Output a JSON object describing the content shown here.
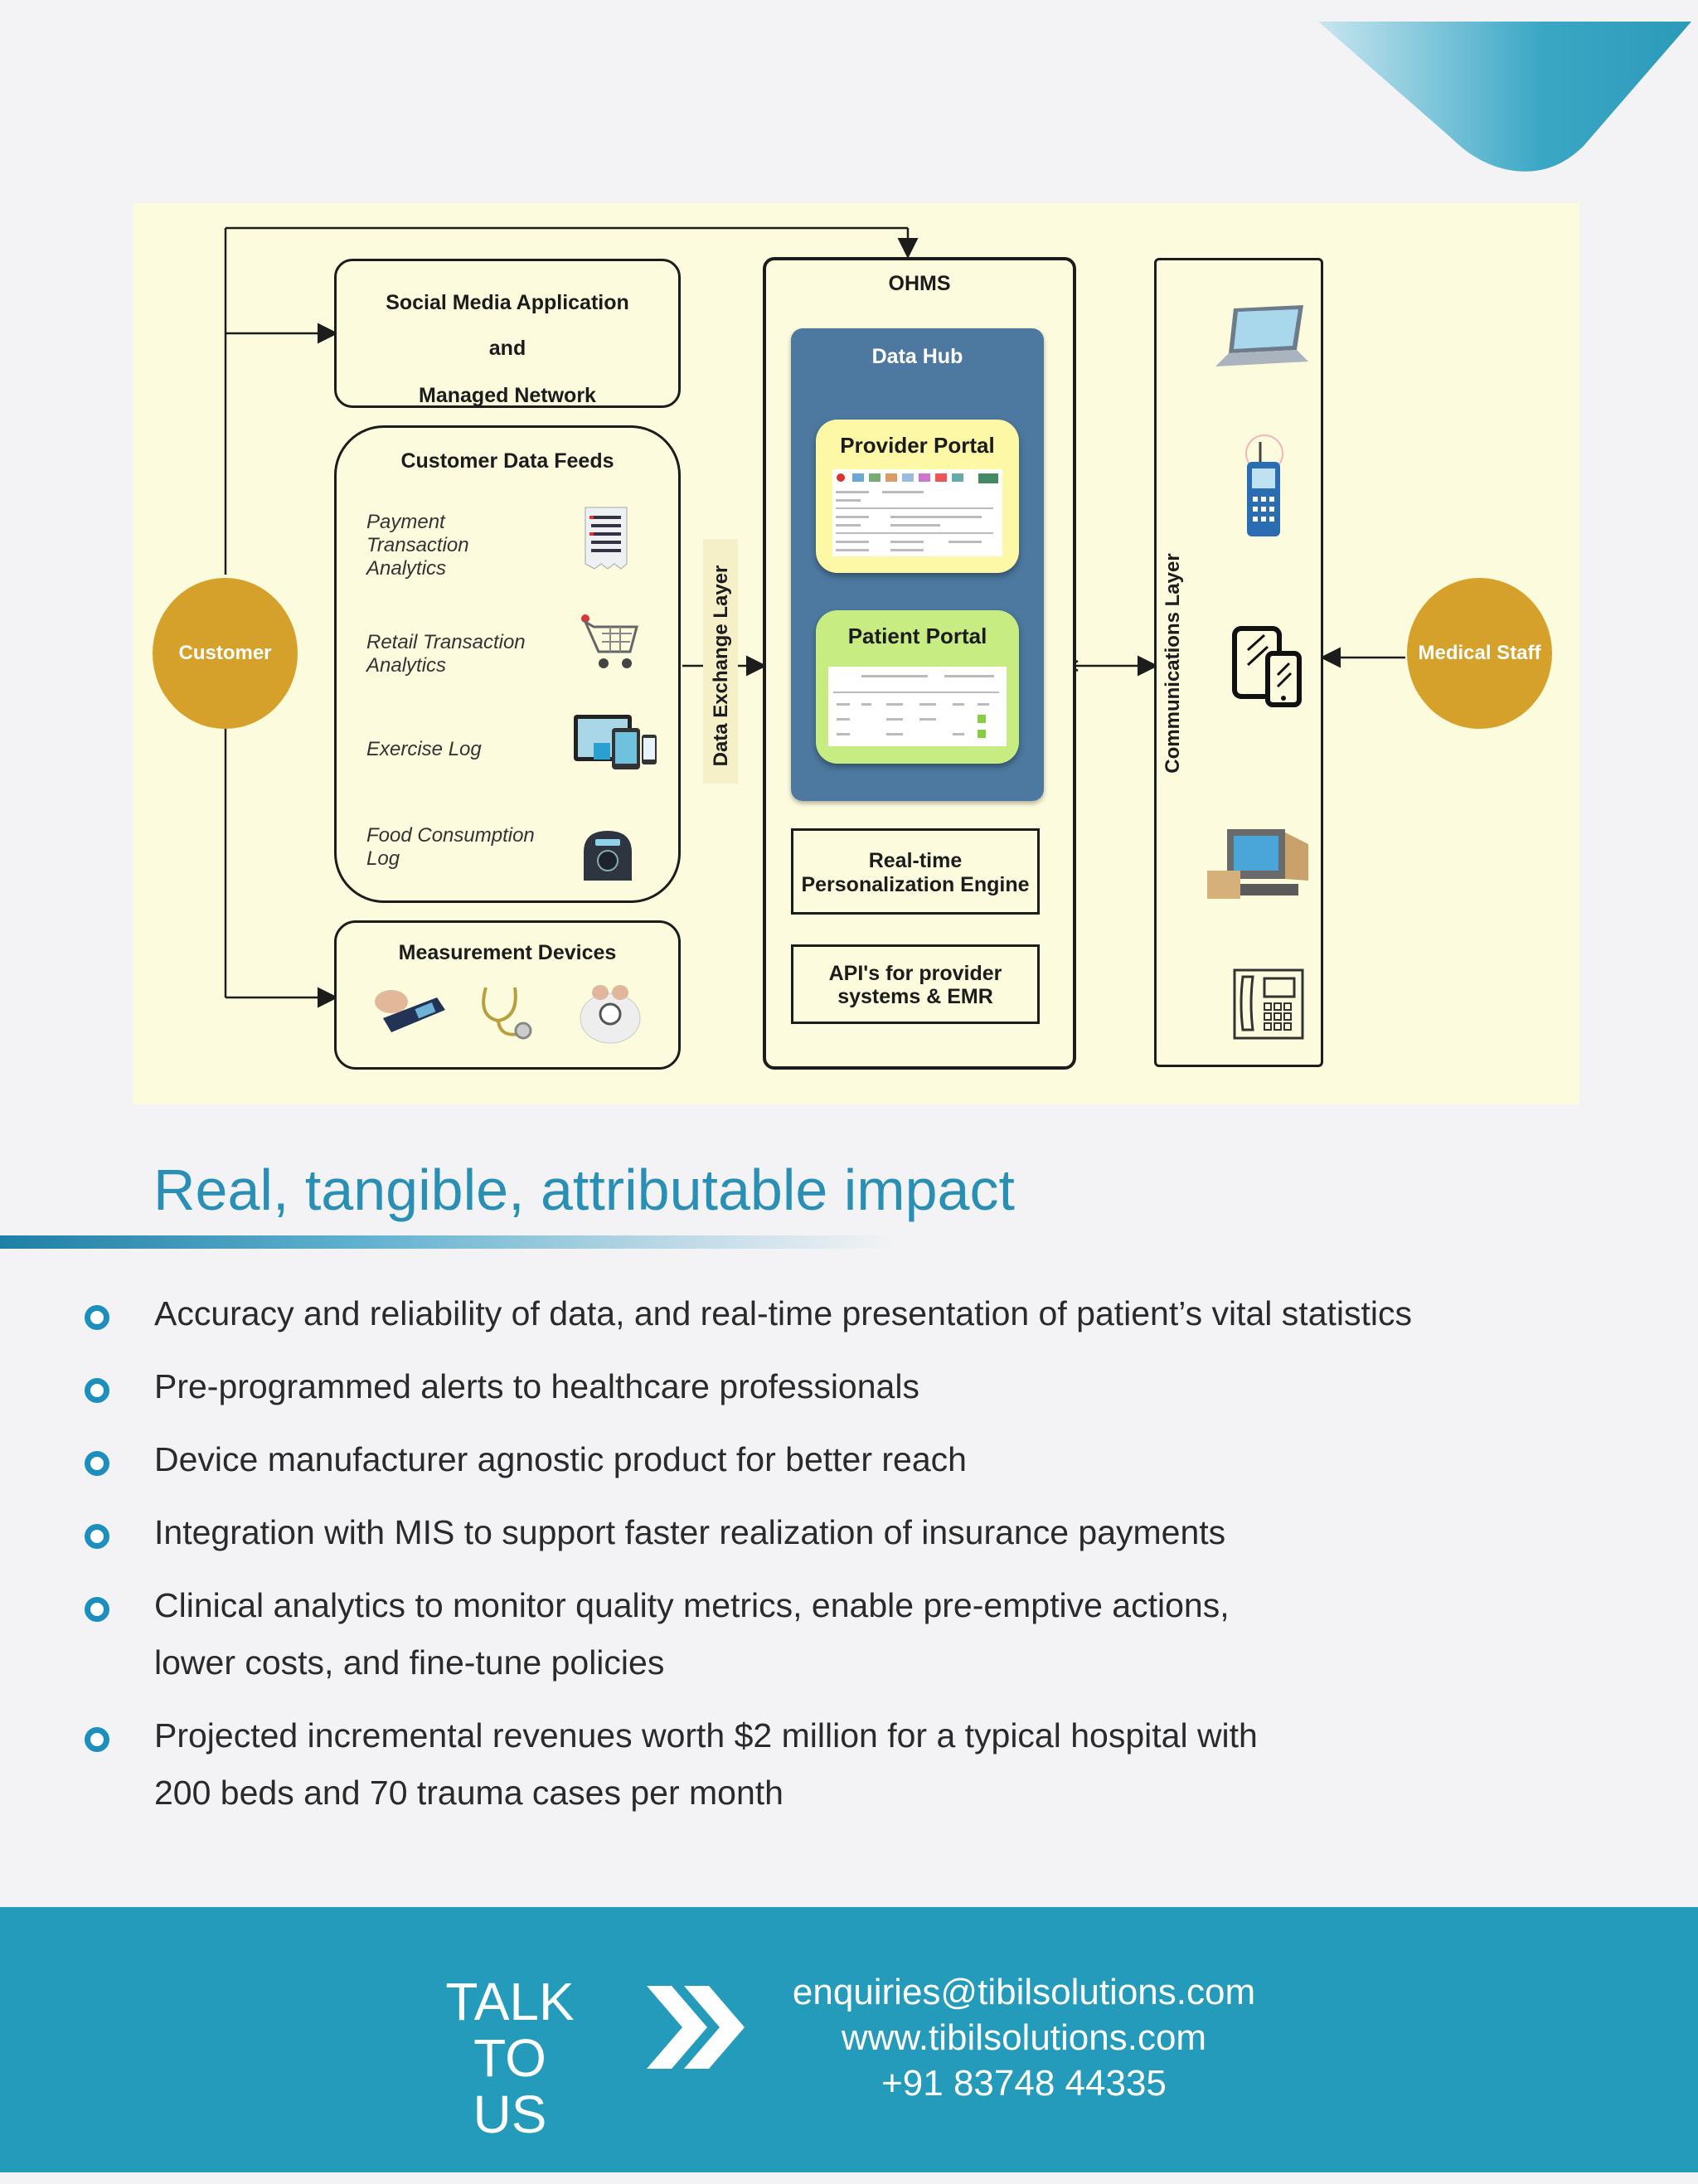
{
  "diagram": {
    "customer": "Customer",
    "medical_staff": "Medical Staff",
    "social_media": [
      "Social Media Application",
      "and",
      "Managed Network"
    ],
    "customer_data_feeds": {
      "title": "Customer Data Feeds",
      "items": [
        {
          "label": "Payment Transaction Analytics",
          "icon": "bill-icon"
        },
        {
          "label": "Retail Transaction Analytics",
          "icon": "shopping-cart-icon"
        },
        {
          "label": "Exercise Log",
          "icon": "devices-icon"
        },
        {
          "label": "Food Consumption Log",
          "icon": "scale-icon"
        }
      ]
    },
    "measurement_devices": "Measurement Devices",
    "data_exchange_layer": "Data Exchange Layer",
    "ohms": "OHMS",
    "data_hub": "Data Hub",
    "provider_portal": "Provider Portal",
    "patient_portal": "Patient Portal",
    "personalization_engine": [
      "Real-time",
      "Personalization Engine"
    ],
    "apis": [
      "API's for provider",
      "systems & EMR"
    ],
    "communications_layer": "Communications Layer",
    "comm_icons": [
      "laptop-icon",
      "mobile-phone-icon",
      "tablet-phone-icon",
      "desktop-computer-icon",
      "telephone-icon"
    ],
    "colors": {
      "circle": "#d6a12b",
      "hub": "#4d79a0",
      "provider_portal": "#fdf8a6",
      "patient_portal": "#c6ec82",
      "background": "#fdfbdd"
    }
  },
  "heading": "Real, tangible, attributable impact",
  "bullets": [
    [
      "Accuracy and reliability of data, and real-time presentation of patient’s vital statistics"
    ],
    [
      "Pre-programmed alerts to healthcare professionals"
    ],
    [
      "Device manufacturer agnostic product for better reach"
    ],
    [
      "Integration with MIS to support faster realization of insurance payments"
    ],
    [
      "Clinical analytics to monitor quality metrics, enable pre-emptive actions,",
      "lower costs, and fine-tune policies"
    ],
    [
      "Projected incremental revenues worth $2 million for a typical hospital with",
      "200 beds and 70 trauma cases per month"
    ]
  ],
  "footer": {
    "talk_to_us": [
      "TALK TO",
      "US"
    ],
    "email": "enquiries@tibilsolutions.com",
    "website": "www.tibilsolutions.com",
    "phone": "+91 83748 44335",
    "color": "#259bbb"
  }
}
